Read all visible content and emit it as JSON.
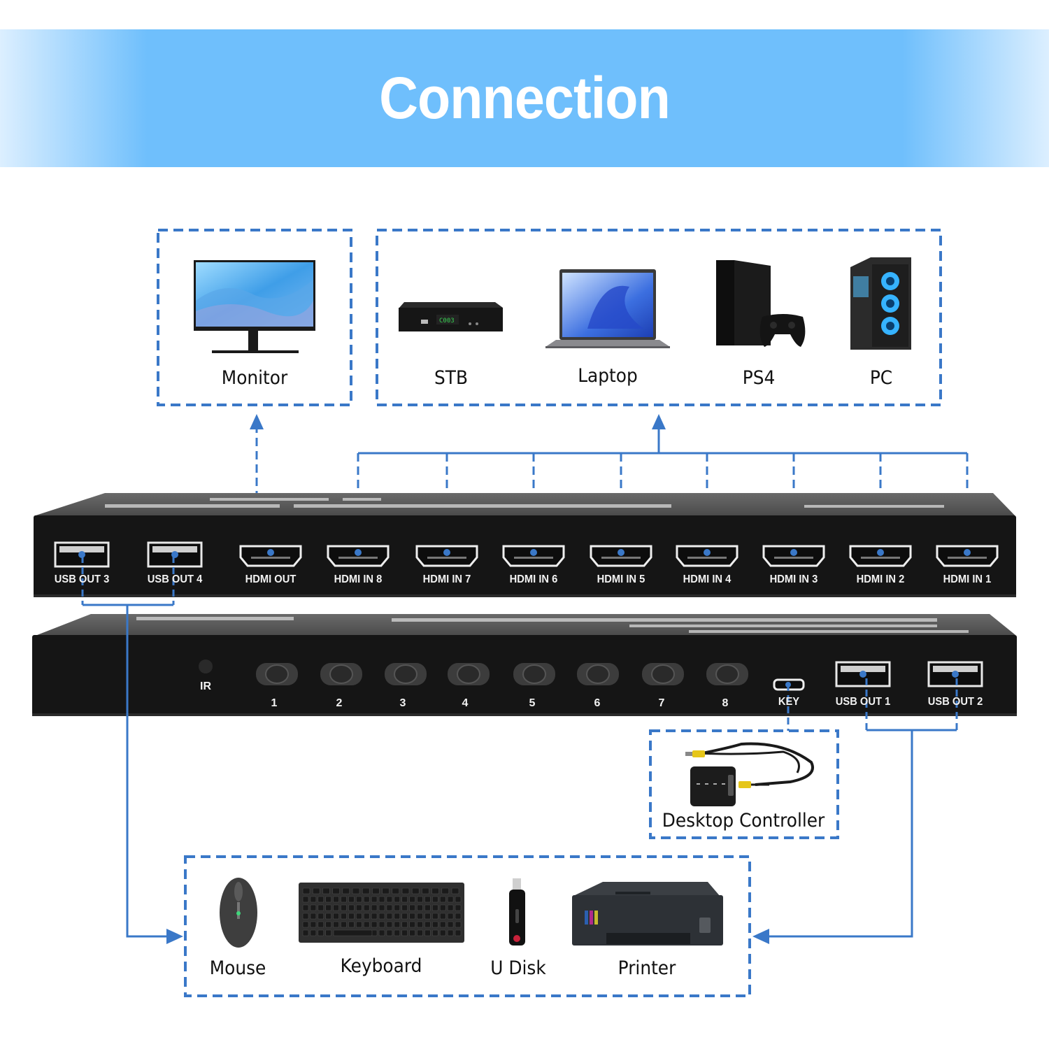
{
  "title": "Connection",
  "colors": {
    "banner": "#6fbffc",
    "connector": "#3a78c8",
    "device_body": "#151515",
    "label_text": "#111111",
    "port_label_text": "#f2f2f2"
  },
  "display_group": {
    "devices": [
      {
        "label": "Monitor",
        "icon": "monitor-icon"
      }
    ]
  },
  "source_group": {
    "devices": [
      {
        "label": "STB",
        "icon": "set-top-box-icon"
      },
      {
        "label": "Laptop",
        "icon": "laptop-icon"
      },
      {
        "label": "PS4",
        "icon": "game-console-icon"
      },
      {
        "label": "PC",
        "icon": "desktop-pc-icon"
      }
    ]
  },
  "rear_panel": {
    "ports": [
      {
        "label": "USB OUT 3",
        "type": "usb"
      },
      {
        "label": "USB OUT 4",
        "type": "usb"
      },
      {
        "label": "HDMI OUT",
        "type": "hdmi"
      },
      {
        "label": "HDMI IN 8",
        "type": "hdmi"
      },
      {
        "label": "HDMI IN 7",
        "type": "hdmi"
      },
      {
        "label": "HDMI IN 6",
        "type": "hdmi"
      },
      {
        "label": "HDMI IN 5",
        "type": "hdmi"
      },
      {
        "label": "HDMI IN 4",
        "type": "hdmi"
      },
      {
        "label": "HDMI IN 3",
        "type": "hdmi"
      },
      {
        "label": "HDMI IN 2",
        "type": "hdmi"
      },
      {
        "label": "HDMI IN 1",
        "type": "hdmi"
      }
    ]
  },
  "front_panel": {
    "ir_label": "IR",
    "buttons": [
      "1",
      "2",
      "3",
      "4",
      "5",
      "6",
      "7",
      "8"
    ],
    "ports": [
      {
        "label": "KEY",
        "type": "micro-usb"
      },
      {
        "label": "USB OUT 1",
        "type": "usb"
      },
      {
        "label": "USB OUT 2",
        "type": "usb"
      }
    ]
  },
  "controller_group": {
    "devices": [
      {
        "label": "Desktop Controller",
        "icon": "desktop-controller-icon"
      }
    ]
  },
  "peripheral_group": {
    "devices": [
      {
        "label": "Mouse",
        "icon": "mouse-icon"
      },
      {
        "label": "Keyboard",
        "icon": "keyboard-icon"
      },
      {
        "label": "U Disk",
        "icon": "usb-drive-icon"
      },
      {
        "label": "Printer",
        "icon": "printer-icon"
      }
    ]
  }
}
